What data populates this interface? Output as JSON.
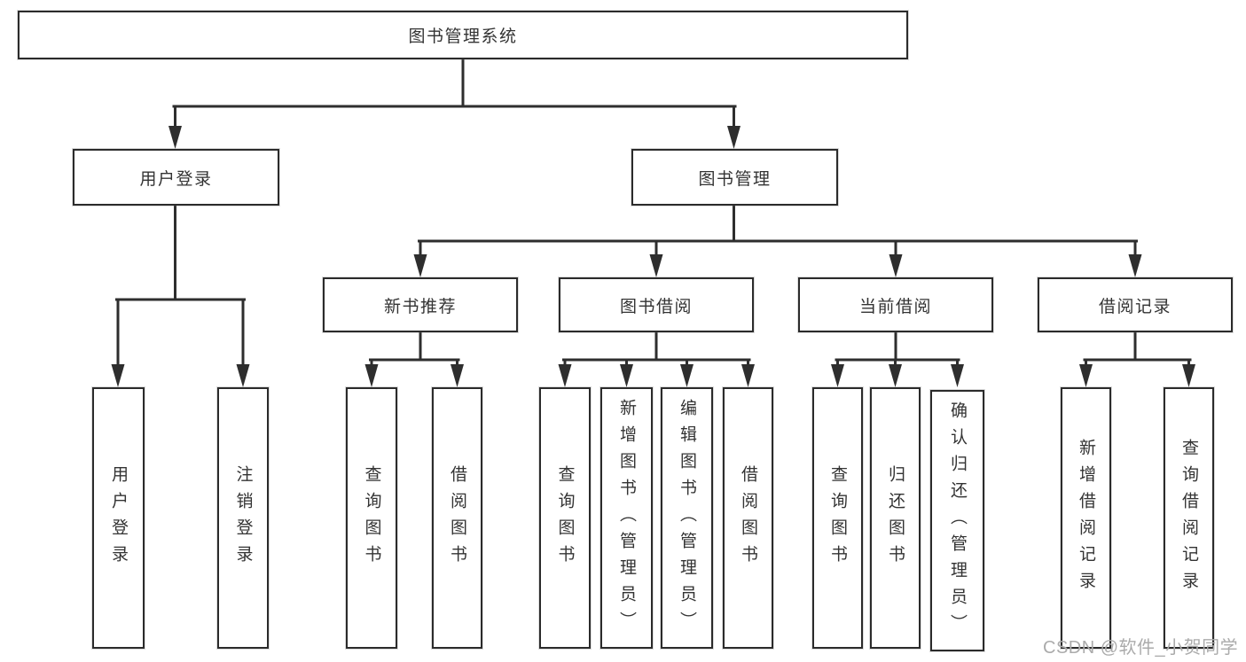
{
  "colors": {
    "line": "#2e2e2e",
    "box-border": "#2b2b2b",
    "text": "#333333",
    "bg": "#ffffff",
    "watermark": "#ababab"
  },
  "tree": {
    "root": {
      "label": "图书管理系统"
    },
    "level2": [
      {
        "label": "用户登录",
        "children": [
          {
            "label": "用户登录"
          },
          {
            "label": "注销登录"
          }
        ]
      },
      {
        "label": "图书管理",
        "sections": [
          {
            "label": "新书推荐",
            "children": [
              {
                "label": "查询图书"
              },
              {
                "label": "借阅图书"
              }
            ]
          },
          {
            "label": "图书借阅",
            "children": [
              {
                "label": "查询图书"
              },
              {
                "label": "新增图书（管理员）"
              },
              {
                "label": "编辑图书（管理员）"
              },
              {
                "label": "借阅图书"
              }
            ]
          },
          {
            "label": "当前借阅",
            "children": [
              {
                "label": "查询图书"
              },
              {
                "label": "归还图书"
              },
              {
                "label": "确认归还（管理员）"
              }
            ]
          },
          {
            "label": "借阅记录",
            "children": [
              {
                "label": "新增借阅记录"
              },
              {
                "label": "查询借阅记录"
              }
            ]
          }
        ]
      }
    ]
  },
  "watermark": {
    "text": "CSDN @软件_小贺同学"
  }
}
